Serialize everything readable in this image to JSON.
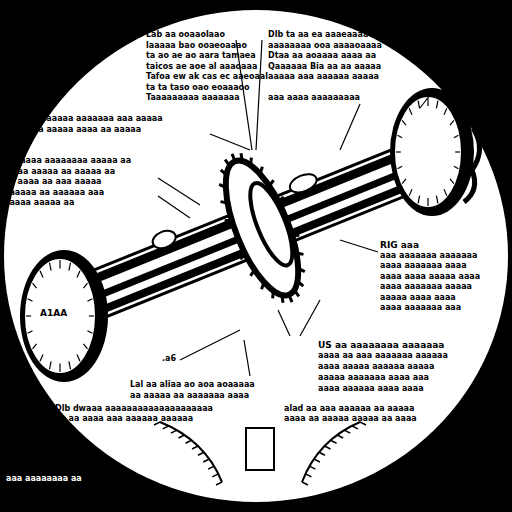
{
  "diagram": {
    "labels": [
      "Lab aa ooaaolaao",
      "laaaaa bao ooaeoaaao",
      "ta ao ae ao aara tamaea",
      "taicos ae aoe al aaaoaaa",
      "Tafoa ew ak cas ec aaeoaal",
      "ta ta taso oao eoaaaoo",
      "Taaaaaaaaa aaaaaaa",
      "Dlb ta aa ea aaaeaaaa",
      "aaaaaaaa ooa aaaaoaaaa",
      "Dtaa aa aoaaaa aaaa aa",
      "Qaaaaaa Bia aa aa aaaaa",
      "aaaaa aaa aaaaaa aaaaa",
      "aaa aaaa aaaaaaaaa",
      "laaaaaaaaa aaaaaaa aaa aaaaa",
      "aaaa aaaaa aaaa aa aaaaa",
      "aaaaaaa aaaaaaaa aaaaa aa",
      "aa aa aaaaa aa aaaaa aa",
      "aa aaaa aa aaa aaaaa",
      "aaaaaa aa aaaaaa aaa",
      "aaaaa aaaaa aa",
      "RIG aaa",
      "aaa aaaaaaa aaaaaaa",
      "aaaa aaaaaaa aaaa",
      "aaaa aaaa aaaaa aaaa",
      "aaaa aaaaaaa aaaaa",
      "aaaaa aaaa aaaa",
      "aaaa aaaaaaa aaa",
      "US aa aaaaaaaa aaaaaaa",
      "aaaa aa aaa aaaaaaa aaaaaa",
      "aaaa aaaaa aaaaaa aaaaa",
      "aaaaa aaaaaaa aaaa aaa",
      "aaaa aaaaaa aaaa aaaa",
      "Lal aa aliaa ao aoa aoaaaaa",
      "aa aaaaa aa aaaaaaa aaaa",
      "Dlb  dwaaa aaaaaaaaaaaaaaaaaaaa",
      "aa aa aaaa aaa aaaaaa aaaaaa",
      "alad aa aaa aaaaaa aa aaaaa",
      "aaaa aa aaaaa aaaaa aa aaaa",
      "A1AA",
      ".a6",
      "aaa aaaaaaaa aa"
    ]
  }
}
